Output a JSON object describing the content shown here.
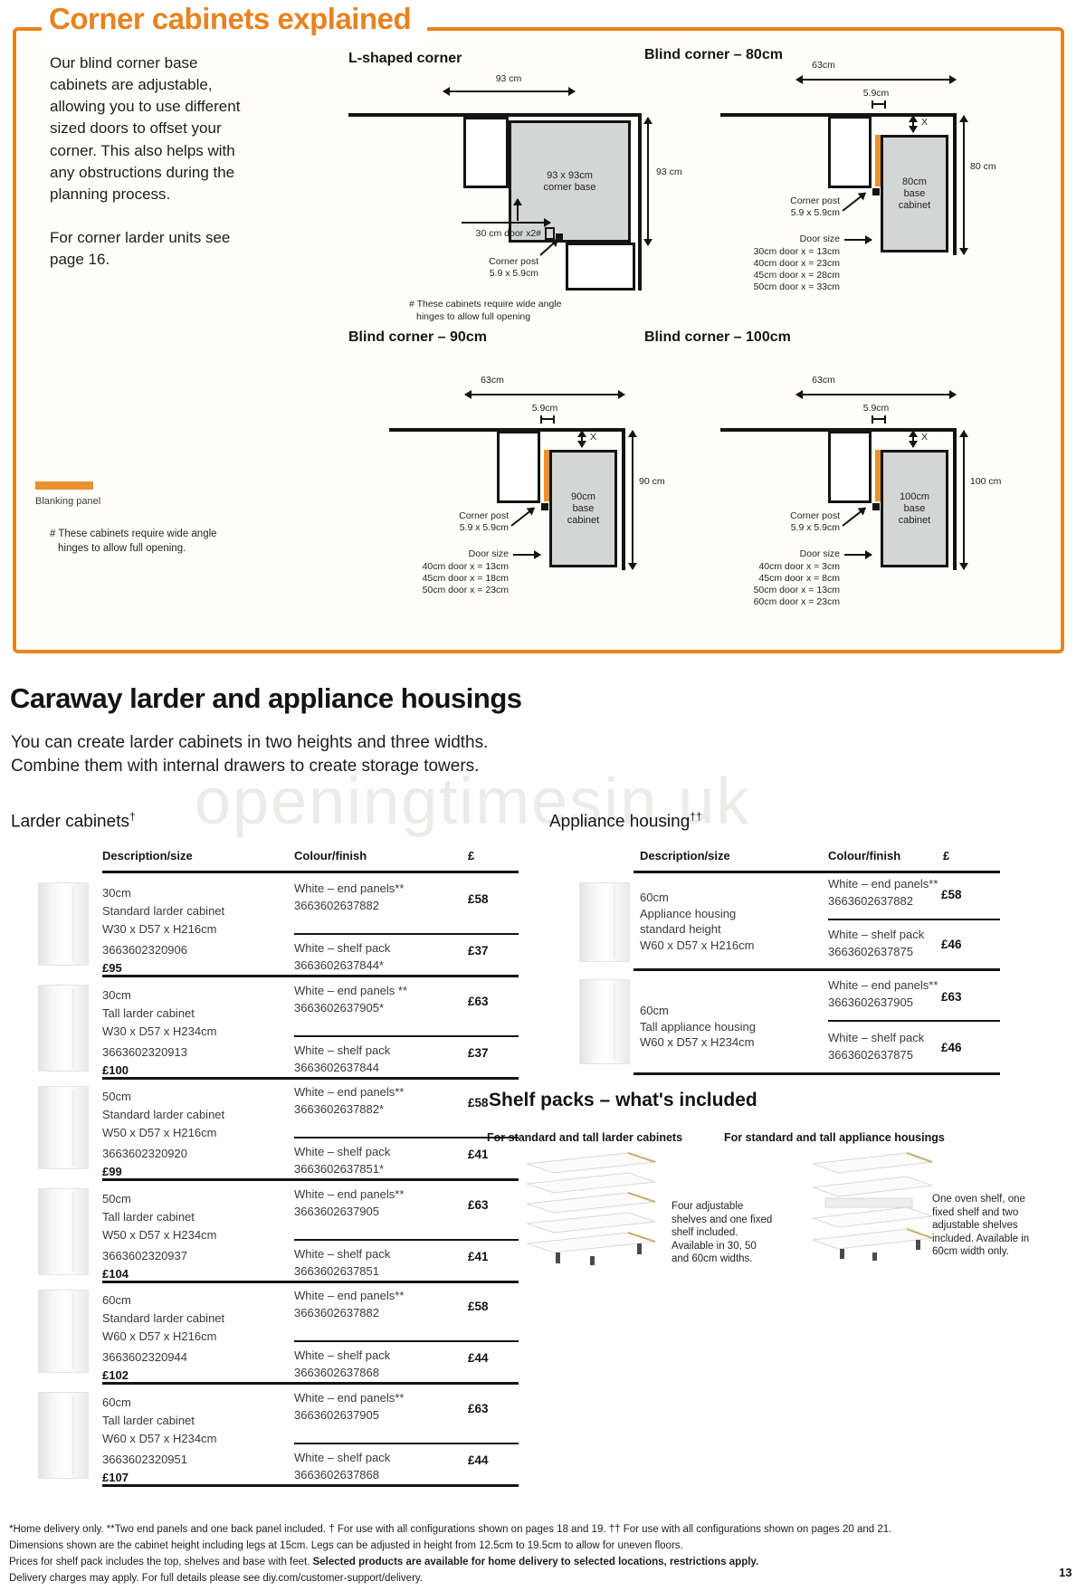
{
  "page": {
    "watermark": "openingtimesin.uk",
    "page_number": "13",
    "accent": "#e8831f"
  },
  "corner": {
    "title": "Corner cabinets explained",
    "intro1": "Our blind corner base cabinets are adjustable, allowing you to use different sized doors to offset your corner. This also helps with any obstructions during the planning process.",
    "intro2": "For corner larder units see page 16.",
    "legend_label": "Blanking panel",
    "note1": "# These cabinets require wide angle",
    "note2": "hinges to allow full opening.",
    "l_shape": {
      "title": "L-shaped corner",
      "top_dim": "93 cm",
      "right_dim": "93 cm",
      "base1": "93 x 93cm",
      "base2": "corner base",
      "door_label": "30 cm door x2#",
      "post1": "Corner post",
      "post2": "5.9 x 5.9cm",
      "note1": "# These cabinets require wide angle",
      "note2": "hinges to allow full opening"
    },
    "blind": [
      {
        "title": "Blind corner – 80cm",
        "top_dim": "63cm",
        "post_dim": "5.9cm",
        "gap": "X",
        "cab1": "80cm",
        "cab2": "base",
        "cab3": "cabinet",
        "right_dim": "80 cm",
        "post1": "Corner post",
        "post2": "5.9 x 5.9cm",
        "door_title": "Door size",
        "doors": [
          "30cm door x = 13cm",
          "40cm door x = 23cm",
          "45cm door x = 28cm",
          "50cm door x = 33cm"
        ]
      },
      {
        "title": "Blind corner – 90cm",
        "top_dim": "63cm",
        "post_dim": "5.9cm",
        "gap": "X",
        "cab1": "90cm",
        "cab2": "base",
        "cab3": "cabinet",
        "right_dim": "90 cm",
        "post1": "Corner post",
        "post2": "5.9 x 5.9cm",
        "door_title": "Door size",
        "doors": [
          "40cm door x = 13cm",
          "45cm door x = 18cm",
          "50cm door x = 23cm"
        ]
      },
      {
        "title": "Blind corner – 100cm",
        "top_dim": "63cm",
        "post_dim": "5.9cm",
        "gap": "X",
        "cab1": "100cm",
        "cab2": "base",
        "cab3": "cabinet",
        "right_dim": "100 cm",
        "post1": "Corner post",
        "post2": "5.9 x 5.9cm",
        "door_title": "Door size",
        "doors": [
          "40cm door x = 3cm",
          "45cm door x = 8cm",
          "50cm door x = 13cm",
          "60cm door x = 23cm"
        ]
      }
    ]
  },
  "caraway": {
    "title": "Caraway larder and appliance housings",
    "intro1": "You can create larder cabinets in two heights and three widths.",
    "intro2": "Combine them with internal drawers to create storage towers.",
    "col_desc": "Description/size",
    "col_colour": "Colour/finish",
    "col_price": "£",
    "larder": {
      "heading": "Larder cabinets",
      "heading_sup": "†",
      "rows": [
        {
          "size": "30cm",
          "name": "Standard larder cabinet",
          "dims": "W30 x D57 x H216cm",
          "code": "3663602320906",
          "price": "£95",
          "f1_name": "White – end panels**",
          "f1_code": "3663602637882",
          "f1_price": "£58",
          "f2_name": "White – shelf pack",
          "f2_code": "3663602637844*",
          "f2_price": "£37"
        },
        {
          "size": "30cm",
          "name": "Tall larder cabinet",
          "dims": "W30 x D57 x H234cm",
          "code": "3663602320913",
          "price": "£100",
          "f1_name": "White – end panels **",
          "f1_code": "3663602637905*",
          "f1_price": "£63",
          "f2_name": "White – shelf pack",
          "f2_code": "3663602637844",
          "f2_price": "£37"
        },
        {
          "size": "50cm",
          "name": "Standard larder cabinet",
          "dims": "W50 x D57 x H216cm",
          "code": "3663602320920",
          "price": "£99",
          "f1_name": "White – end panels**",
          "f1_code": "3663602637882*",
          "f1_price": "£58",
          "f2_name": "White – shelf pack",
          "f2_code": "3663602637851*",
          "f2_price": "£41"
        },
        {
          "size": "50cm",
          "name": "Tall larder cabinet",
          "dims": "W50 x D57 x H234cm",
          "code": "3663602320937",
          "price": "£104",
          "f1_name": "White – end panels**",
          "f1_code": "3663602637905",
          "f1_price": "£63",
          "f2_name": "White – shelf pack",
          "f2_code": "3663602637851",
          "f2_price": "£41"
        },
        {
          "size": "60cm",
          "name": "Standard larder cabinet",
          "dims": "W60 x D57 x H216cm",
          "code": "3663602320944",
          "price": "£102",
          "f1_name": "White – end panels**",
          "f1_code": "3663602637882",
          "f1_price": "£58",
          "f2_name": "White – shelf pack",
          "f2_code": "3663602637868",
          "f2_price": "£44"
        },
        {
          "size": "60cm",
          "name": "Tall larder cabinet",
          "dims": "W60 x D57 x H234cm",
          "code": "3663602320951",
          "price": "£107",
          "f1_name": "White – end panels**",
          "f1_code": "3663602637905",
          "f1_price": "£63",
          "f2_name": "White – shelf pack",
          "f2_code": "3663602637868",
          "f2_price": "£44"
        }
      ]
    },
    "appliance": {
      "heading": "Appliance housing",
      "heading_sup": "††",
      "rows": [
        {
          "size": "60cm",
          "name": "Appliance housing",
          "name2": "standard height",
          "dims": "W60 x D57 x H216cm",
          "f1_name": "White – end panels**",
          "f1_code": "3663602637882",
          "f1_price": "£58",
          "f2_name": "White – shelf pack",
          "f2_code": "3663602637875",
          "f2_price": "£46"
        },
        {
          "size": "60cm",
          "name": "Tall appliance housing",
          "name2": "",
          "dims": "W60 x D57 x H234cm",
          "f1_name": "White – end panels**",
          "f1_code": "3663602637905",
          "f1_price": "£63",
          "f2_name": "White – shelf pack",
          "f2_code": "3663602637875",
          "f2_price": "£46"
        }
      ]
    },
    "shelf": {
      "title": "Shelf packs – what's included",
      "left_heading": "For standard and tall larder cabinets",
      "left_text": "Four adjustable shelves and one fixed shelf included. Available in 30, 50 and 60cm widths.",
      "right_heading": "For standard and tall appliance housings",
      "right_text": "One oven shelf, one fixed shelf and two adjustable shelves included. Available in 60cm width only."
    }
  },
  "footer": {
    "line1": "*Home delivery only. **Two end panels and one back panel included.  † For use with all configurations shown on pages 18 and 19.  †† For use with all configurations shown on pages 20 and 21.",
    "line2": "Dimensions shown are the cabinet height including legs at 15cm. Legs can be adjusted in height from 12.5cm to 19.5cm to allow for uneven floors.",
    "line3a": "Prices for shelf pack includes the top, shelves and base with feet. ",
    "line3b": "Selected products are available for home delivery to selected locations, restrictions apply.",
    "line4": "Delivery charges may apply. For full details please see diy.com/customer-support/delivery."
  }
}
